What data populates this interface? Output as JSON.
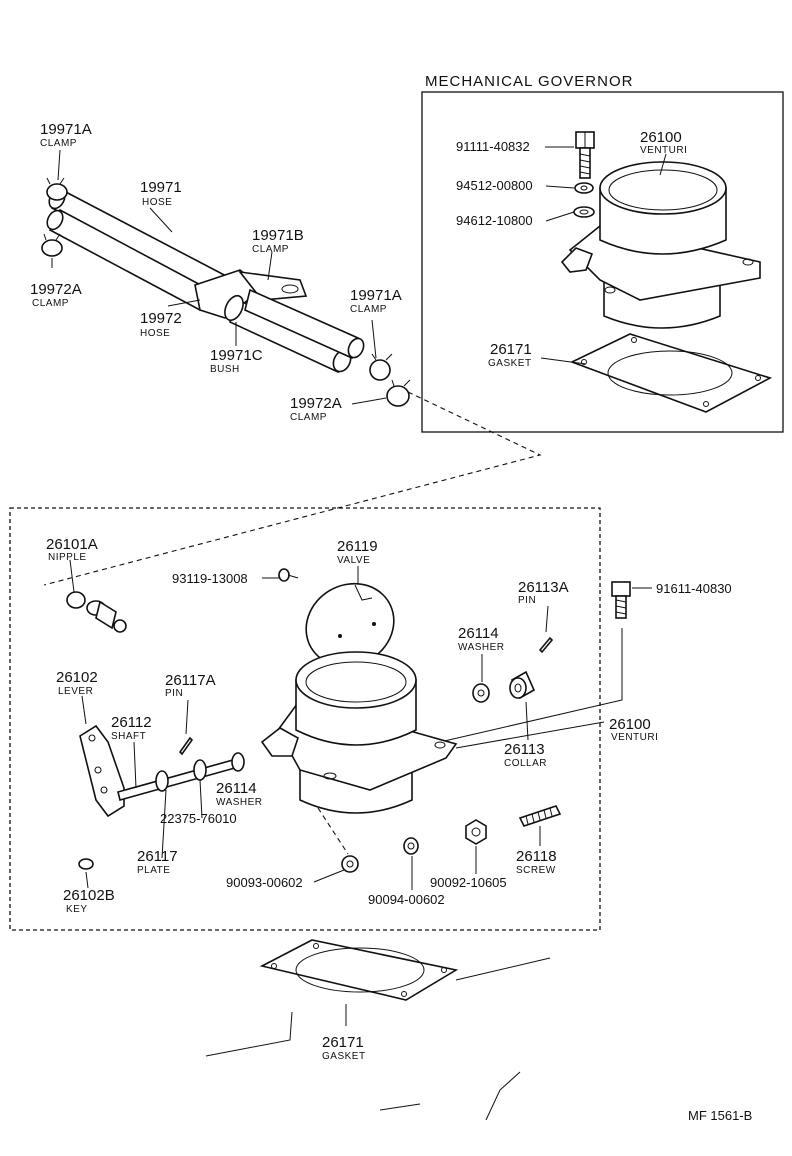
{
  "section_title": "MECHANICAL GOVERNOR",
  "footer_code": "MF  1561-B",
  "labels": {
    "clamp_19971a_top": {
      "num": "19971A",
      "name": "CLAMP"
    },
    "hose_19971": {
      "num": "19971",
      "name": "HOSE"
    },
    "clamp_19971b": {
      "num": "19971B",
      "name": "CLAMP"
    },
    "clamp_19972a_left": {
      "num": "19972A",
      "name": "CLAMP"
    },
    "hose_19972": {
      "num": "19972",
      "name": "HOSE"
    },
    "bush_19971c": {
      "num": "19971C",
      "name": "BUSH"
    },
    "clamp_19971a_right": {
      "num": "19971A",
      "name": "CLAMP"
    },
    "clamp_19972a_right": {
      "num": "19972A",
      "name": "CLAMP"
    },
    "bolt_91111": {
      "num": "91111-40832"
    },
    "venturi_26100_top": {
      "num": "26100",
      "name": "VENTURI"
    },
    "washer_94512": {
      "num": "94512-00800"
    },
    "washer_94612": {
      "num": "94612-10800"
    },
    "gasket_26171_top": {
      "num": "26171",
      "name": "GASKET"
    },
    "nipple_26101a": {
      "num": "26101A",
      "name": "NIPPLE"
    },
    "screw_93119": {
      "num": "93119-13008"
    },
    "valve_26119": {
      "num": "26119",
      "name": "VALVE"
    },
    "pin_26113a": {
      "num": "26113A",
      "name": "PIN"
    },
    "bolt_91611": {
      "num": "91611-40830"
    },
    "washer_26114_right": {
      "num": "26114",
      "name": "WASHER"
    },
    "lever_26102": {
      "num": "26102",
      "name": "LEVER"
    },
    "pin_26117a": {
      "num": "26117A",
      "name": "PIN"
    },
    "shaft_26112": {
      "num": "26112",
      "name": "SHAFT"
    },
    "venturi_26100_main": {
      "num": "26100",
      "name": "VENTURI"
    },
    "collar_26113": {
      "num": "26113",
      "name": "COLLAR"
    },
    "washer_26114_left": {
      "num": "26114",
      "name": "WASHER"
    },
    "part_22375": {
      "num": "22375-76010"
    },
    "plate_26117": {
      "num": "26117",
      "name": "PLATE"
    },
    "screw_26118": {
      "num": "26118",
      "name": "SCREW"
    },
    "key_26102b": {
      "num": "26102B",
      "name": "KEY"
    },
    "washer_90093": {
      "num": "90093-00602"
    },
    "nut_90092": {
      "num": "90092-10605"
    },
    "washer_90094": {
      "num": "90094-00602"
    },
    "gasket_26171_bottom": {
      "num": "26171",
      "name": "GASKET"
    }
  }
}
